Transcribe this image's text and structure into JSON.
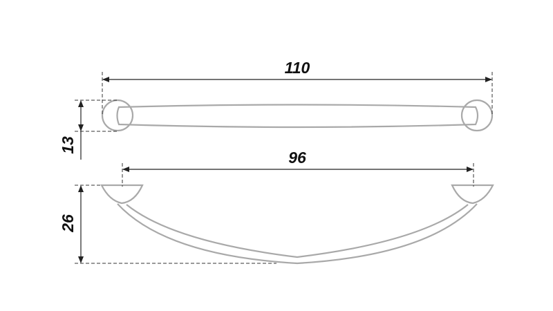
{
  "drawing": {
    "overall_length": "110",
    "hole_spacing": "96",
    "base_diameter": "13",
    "height": "26",
    "colors": {
      "part_outline": "#a9a9a9",
      "dimension_line": "#222222"
    }
  }
}
